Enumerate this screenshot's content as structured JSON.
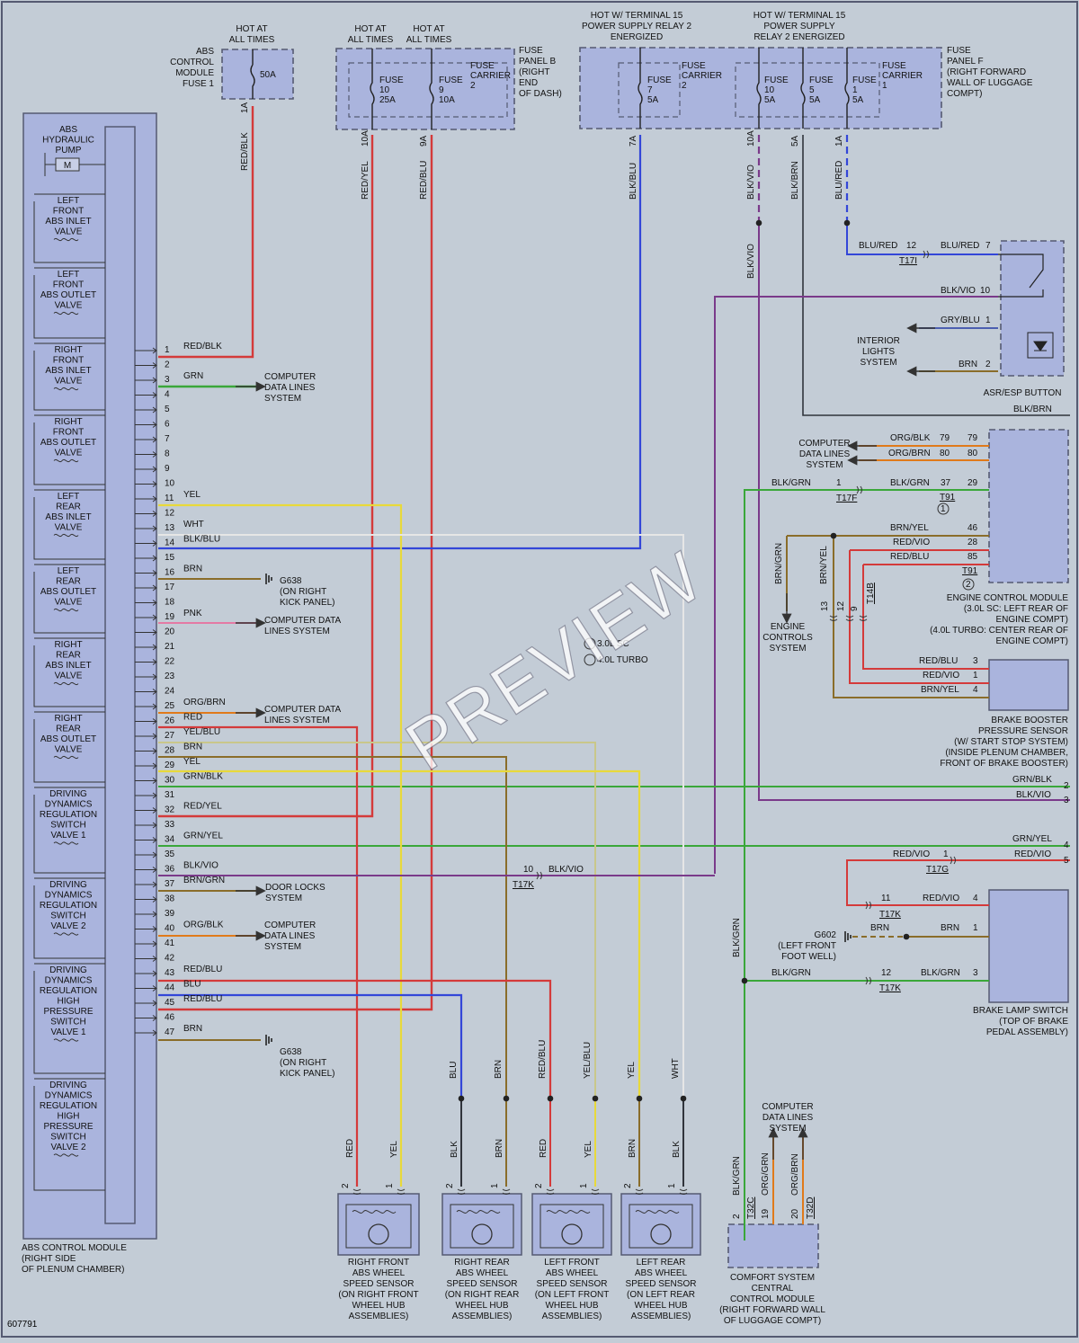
{
  "diagram_id": "607791",
  "watermark": "PREVIEW",
  "fuses": {
    "hot_all_1": "HOT AT\nALL TIMES",
    "hot_all_2": "HOT AT\nALL TIMES",
    "hot_all_3": "HOT AT\nALL TIMES",
    "hot_t15_a": "HOT W/ TERMINAL 15\nPOWER SUPPLY RELAY 2\nENERGIZED",
    "hot_t15_b": "HOT W/ TERMINAL 15\nPOWER SUPPLY\nRELAY 2 ENERGIZED",
    "abs_fuse_label": "ABS\nCONTROL\nMODULE\nFUSE 1",
    "abs_fuse_amp": "50A",
    "panel_b_label": "FUSE\nPANEL B\n(RIGHT\nEND\nOF DASH)",
    "panel_f_label": "FUSE\nPANEL F\n(RIGHT FORWARD\nWALL OF LUGGAGE\nCOMPT)",
    "fuse_carrier_2": "FUSE\nCARRIER\n2",
    "fuse_carrier_1": "FUSE\nCARRIER\n1",
    "b_f10": "FUSE\n10\n25A",
    "b_f9": "FUSE\n9\n10A",
    "f_f7": "FUSE\n7\n5A",
    "f_f10": "FUSE\n10\n5A",
    "f_f5": "FUSE\n5\n5A",
    "f_f1": "FUSE\n1\n5A"
  },
  "wire_labels_top": {
    "w1a": "1A",
    "redblk": "RED/BLK",
    "w10a": "10A",
    "redyel": "RED/YEL",
    "w9a": "9A",
    "redblu": "RED/BLU",
    "w7a": "7A",
    "blkblu": "BLK/BLU",
    "w10a2": "10A",
    "blkvio": "BLK/VIO",
    "w5a": "5A",
    "blkbrn": "BLK/BRN",
    "w1a2": "1A",
    "blured": "BLU/RED",
    "blkvio2": "BLK/VIO"
  },
  "abs_module": {
    "valves": [
      "ABS\nHYDRAULIC\nPUMP",
      "LEFT\nFRONT\nABS INLET\nVALVE",
      "LEFT\nFRONT\nABS OUTLET\nVALVE",
      "RIGHT\nFRONT\nABS INLET\nVALVE",
      "RIGHT\nFRONT\nABS OUTLET\nVALVE",
      "LEFT\nREAR\nABS INLET\nVALVE",
      "LEFT\nREAR\nABS OUTLET\nVALVE",
      "RIGHT\nREAR\nABS INLET\nVALVE",
      "RIGHT\nREAR\nABS OUTLET\nVALVE",
      "DRIVING\nDYNAMICS\nREGULATION\nSWITCH\nVALVE 1",
      "DRIVING\nDYNAMICS\nREGULATION\nSWITCH\nVALVE 2",
      "DRIVING\nDYNAMICS\nREGULATION\nHIGH\nPRESSURE\nSWITCH\nVALVE 1",
      "DRIVING\nDYNAMICS\nREGULATION\nHIGH\nPRESSURE\nSWITCH\nVALVE 2"
    ],
    "motor": "M",
    "caption": "ABS CONTROL MODULE\n(RIGHT SIDE\nOF PLENUM CHAMBER)"
  },
  "pins": [
    {
      "n": "1",
      "c": "RED/BLK"
    },
    {
      "n": "2",
      "c": ""
    },
    {
      "n": "3",
      "c": "GRN"
    },
    {
      "n": "4",
      "c": ""
    },
    {
      "n": "5",
      "c": ""
    },
    {
      "n": "6",
      "c": ""
    },
    {
      "n": "7",
      "c": ""
    },
    {
      "n": "8",
      "c": ""
    },
    {
      "n": "9",
      "c": ""
    },
    {
      "n": "10",
      "c": ""
    },
    {
      "n": "11",
      "c": "YEL"
    },
    {
      "n": "12",
      "c": ""
    },
    {
      "n": "13",
      "c": "WHT"
    },
    {
      "n": "14",
      "c": "BLK/BLU"
    },
    {
      "n": "15",
      "c": ""
    },
    {
      "n": "16",
      "c": "BRN"
    },
    {
      "n": "17",
      "c": ""
    },
    {
      "n": "18",
      "c": ""
    },
    {
      "n": "19",
      "c": "PNK"
    },
    {
      "n": "20",
      "c": ""
    },
    {
      "n": "21",
      "c": ""
    },
    {
      "n": "22",
      "c": ""
    },
    {
      "n": "23",
      "c": ""
    },
    {
      "n": "24",
      "c": ""
    },
    {
      "n": "25",
      "c": "ORG/BRN"
    },
    {
      "n": "26",
      "c": "RED"
    },
    {
      "n": "27",
      "c": "YEL/BLU"
    },
    {
      "n": "28",
      "c": "BRN"
    },
    {
      "n": "29",
      "c": "YEL"
    },
    {
      "n": "30",
      "c": "GRN/BLK"
    },
    {
      "n": "31",
      "c": ""
    },
    {
      "n": "32",
      "c": "RED/YEL"
    },
    {
      "n": "33",
      "c": ""
    },
    {
      "n": "34",
      "c": "GRN/YEL"
    },
    {
      "n": "35",
      "c": ""
    },
    {
      "n": "36",
      "c": "BLK/VIO"
    },
    {
      "n": "37",
      "c": "BRN/GRN"
    },
    {
      "n": "38",
      "c": ""
    },
    {
      "n": "39",
      "c": ""
    },
    {
      "n": "40",
      "c": "ORG/BLK"
    },
    {
      "n": "41",
      "c": ""
    },
    {
      "n": "42",
      "c": ""
    },
    {
      "n": "43",
      "c": "RED/BLU"
    },
    {
      "n": "44",
      "c": "BLU"
    },
    {
      "n": "45",
      "c": "RED/BLU"
    },
    {
      "n": "46",
      "c": ""
    },
    {
      "n": "47",
      "c": "BRN"
    }
  ],
  "left_targets": {
    "cdls_3": "COMPUTER\nDATA LINES\nSYSTEM",
    "g638_a": "G638\n(ON RIGHT\nKICK PANEL)",
    "cdls_19": "COMPUTER DATA\nLINES SYSTEM",
    "legend_1": "3.0L SC",
    "legend_2": "4.0L TURBO",
    "cdls_25": "COMPUTER DATA\nLINES SYSTEM",
    "door_locks": "DOOR LOCKS\nSYSTEM",
    "cdls_40": "COMPUTER\nDATA LINES\nSYSTEM",
    "g638_b": "G638\n(ON RIGHT\nKICK PANEL)",
    "t17k_36_pin": "10",
    "t17k_36": "T17K",
    "t17k_36_color": "BLK/VIO"
  },
  "sensors": [
    {
      "caption": "RIGHT FRONT\nABS WHEEL\nSPEED SENSOR\n(ON RIGHT FRONT\nWHEEL HUB\nASSEMBLIES)",
      "w1": "RED",
      "w2": "YEL",
      "p1": "2",
      "p2": "1"
    },
    {
      "caption": "RIGHT REAR\nABS WHEEL\nSPEED SENSOR\n(ON RIGHT REAR\nWHEEL HUB\nASSEMBLIES)",
      "w1": "BLK",
      "w2": "BRN",
      "p1": "2",
      "p2": "1"
    },
    {
      "caption": "LEFT FRONT\nABS WHEEL\nSPEED SENSOR\n(ON LEFT FRONT\nWHEEL HUB\nASSEMBLIES)",
      "w1": "RED",
      "w2": "YEL",
      "p1": "2",
      "p2": "1"
    },
    {
      "caption": "LEFT REAR\nABS WHEEL\nSPEED SENSOR\n(ON LEFT REAR\nWHEEL HUB\nASSEMBLIES)",
      "w1": "BRN",
      "w2": "BLK",
      "p1": "2",
      "p2": "1"
    }
  ],
  "sensor_upper_wires": [
    "BLU",
    "BRN",
    "RED/BLU",
    "YEL/BLU",
    "YEL",
    "WHT"
  ],
  "asr": {
    "caption": "ASR/ESP BUTTON",
    "blured_left": "BLU/RED",
    "p12": "12",
    "t17i": "T17I",
    "blured_right": "BLU/RED",
    "p7": "7",
    "blkvio10": "BLK/VIO",
    "p10": "10",
    "interior": "INTERIOR\nLIGHTS\nSYSTEM",
    "grybl": "GRY/BLU",
    "p1": "1",
    "brn": "BRN",
    "p2": "2",
    "blkbrn": "BLK/BRN"
  },
  "ecm": {
    "caption": "ENGINE CONTROL MODULE\n(3.0L SC: LEFT REAR OF\nENGINE COMPT)\n(4.0L TURBO: CENTER REAR OF\nENGINE COMPT)",
    "cdls": "COMPUTER\nDATA LINES\nSYSTEM",
    "orgblk": "ORG/BLK",
    "p79a": "79",
    "p79b": "79",
    "orgbrn": "ORG/BRN",
    "p80a": "80",
    "p80b": "80",
    "blkgrn_l": "BLK/GRN",
    "p1": "1",
    "t17f": "T17F",
    "blkgrn_r": "BLK/GRN",
    "p37": "37",
    "p29": "29",
    "t91a": "T91",
    "n1": "1",
    "brnyel": "BRN/YEL",
    "p46": "46",
    "redvio": "RED/VIO",
    "p28": "28",
    "redblu": "RED/BLU",
    "p85": "85",
    "t91b": "T91",
    "n2": "2",
    "engine_controls": "ENGINE\nCONTROLS\nSYSTEM",
    "brngrn": "BRN/GRN",
    "brnyel_v": "BRN/YEL",
    "p13": "13",
    "p12": "12",
    "p9": "9",
    "t14b": "T14B"
  },
  "booster": {
    "caption": "BRAKE BOOSTER\nPRESSURE SENSOR\n(W/ START STOP SYSTEM)\n(INSIDE PLENUM CHAMBER,\nFRONT OF BRAKE BOOSTER)",
    "redblu": "RED/BLU",
    "p3": "3",
    "redvio": "RED/VIO",
    "p1": "1",
    "brnyel": "BRN/YEL",
    "p4": "4"
  },
  "right_edge": {
    "grnblk": "GRN/BLK",
    "n2": "2",
    "blkvio": "BLK/VIO",
    "n3": "3",
    "grnyel": "GRN/YEL",
    "n4": "4",
    "redvio": "RED/VIO",
    "n5": "5"
  },
  "brake_switch": {
    "caption": "BRAKE LAMP SWITCH\n(TOP OF BRAKE\nPEDAL ASSEMBLY)",
    "redvio_a": "RED/VIO",
    "p1a": "1",
    "t17g": "T17G",
    "p11": "11",
    "t17k_a": "T17K",
    "redvio_b": "RED/VIO",
    "p4": "4",
    "brn_a": "BRN",
    "brn_b": "BRN",
    "p1b": "1",
    "g602": "G602\n(LEFT FRONT\nFOOT WELL)",
    "blkgrn_a": "BLK/GRN",
    "p12": "12",
    "t17k_b": "T17K",
    "blkgrn_b": "BLK/GRN",
    "p3": "3",
    "blkgrn_v": "BLK/GRN"
  },
  "comfort": {
    "caption": "COMFORT SYSTEM\nCENTRAL\nCONTROL MODULE\n(RIGHT FORWARD WALL\nOF LUGGAGE COMPT)",
    "cdls": "COMPUTER\nDATA LINES\nSYSTEM",
    "w1": "BLK/GRN",
    "w2": "ORG/GRN",
    "w3": "ORG/BRN",
    "p2": "2",
    "t32c": "T32C",
    "p19": "19",
    "p20": "20",
    "t32d": "T32D"
  },
  "colors": {
    "red": "#d43a3a",
    "yellow": "#e8d93a",
    "green": "#3aa73a",
    "blue": "#3346d8",
    "brown": "#8a6d2a",
    "violet": "#7a3a8a",
    "pink": "#e47aa4",
    "orange": "#e07a1a",
    "black": "#30343c",
    "white": "#f0f0f0",
    "bluered": "#3346d8",
    "box_fill": "#aab4dd",
    "background": "#c3ccd6"
  }
}
